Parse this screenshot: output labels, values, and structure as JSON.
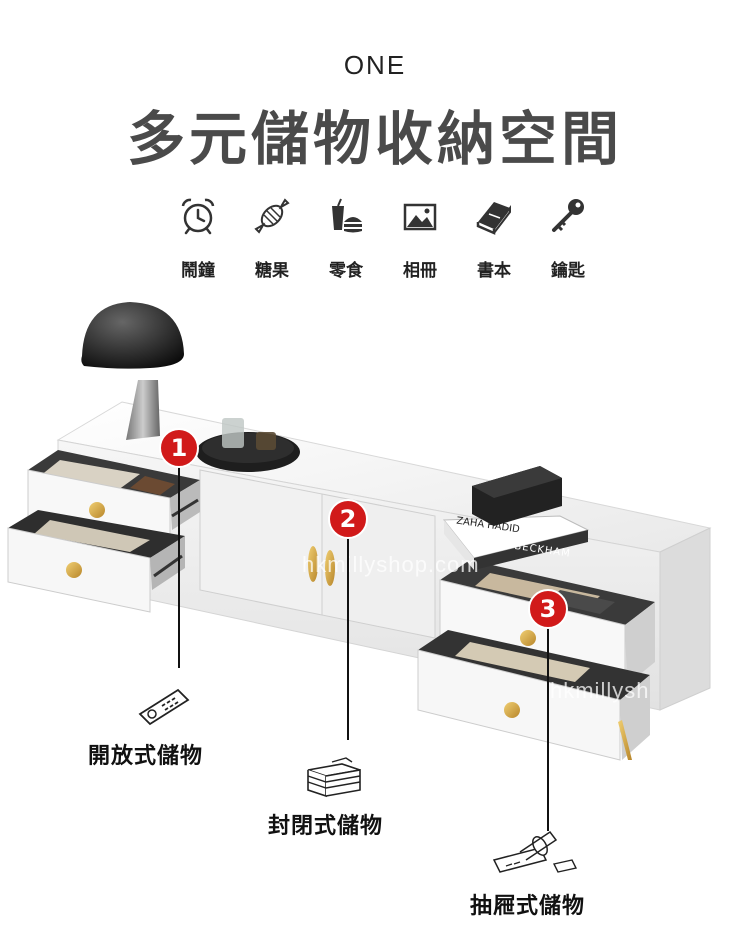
{
  "header": {
    "kicker": "ONE",
    "title": "多元儲物收納空間"
  },
  "icons": [
    {
      "name": "alarm-clock-icon",
      "label": "鬧鐘"
    },
    {
      "name": "candy-icon",
      "label": "糖果"
    },
    {
      "name": "snack-icon",
      "label": "零食"
    },
    {
      "name": "photo-album-icon",
      "label": "相冊"
    },
    {
      "name": "book-icon",
      "label": "書本"
    },
    {
      "name": "key-icon",
      "label": "鑰匙"
    }
  ],
  "scene": {
    "watermark_1": "hkmillyshop.com",
    "watermark_2": "hkmillysh",
    "book_spine_top": "ZAHA HADID",
    "book_spine_bottom": "DAVID BECKHAM"
  },
  "markers": [
    "1",
    "2",
    "3"
  ],
  "storage": [
    {
      "label": "開放式儲物",
      "icon": "remote-control-icon"
    },
    {
      "label": "封閉式儲物",
      "icon": "folded-clothes-icon"
    },
    {
      "label": "抽屜式儲物",
      "icon": "rolled-documents-icon"
    }
  ],
  "colors": {
    "title": "#4a4a4a",
    "marker": "#d11a1a",
    "cabinet": "#f4f4f4",
    "handle": "#d8a93a"
  }
}
